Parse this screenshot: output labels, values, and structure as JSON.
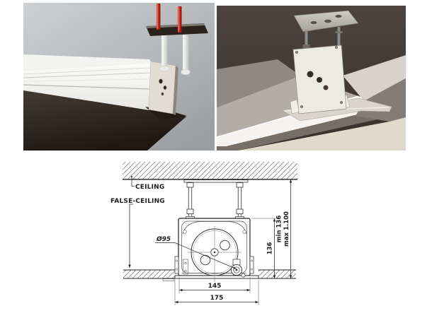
{
  "meta": {
    "description": "In-ceiling recessed projection screen: two product renders and installation cross-section drawing"
  },
  "photos": {
    "left": {
      "name": "housing-with-mounting-rods-photo",
      "background_top": "#cdd0d2",
      "background_bottom": "#9b9fa2",
      "housing_white": "#f7f6f3",
      "underside_dark": "#332a23",
      "rod_red": "#cf2b1c",
      "end_cap": "#e2ddd3"
    },
    "right": {
      "name": "ceiling-bracket-mounted-photo",
      "background": "#463c35",
      "panel_gray": "#8e8982",
      "slab_top": "#d7d3ca",
      "slab_front": "#837d75",
      "bracket_white": "#eceae4",
      "case_white": "#f4f3ef"
    }
  },
  "diagram": {
    "line_color": "#2f2f2f",
    "labels": {
      "ceiling": "CEILING",
      "false_ceiling": "FALSE-CEILING"
    },
    "dimensions": {
      "roller_diameter": "Ø95",
      "case_height": "136",
      "recess_min": "min 136",
      "recess_max": "max 1.100",
      "case_width": "145",
      "opening_width": "175"
    }
  }
}
